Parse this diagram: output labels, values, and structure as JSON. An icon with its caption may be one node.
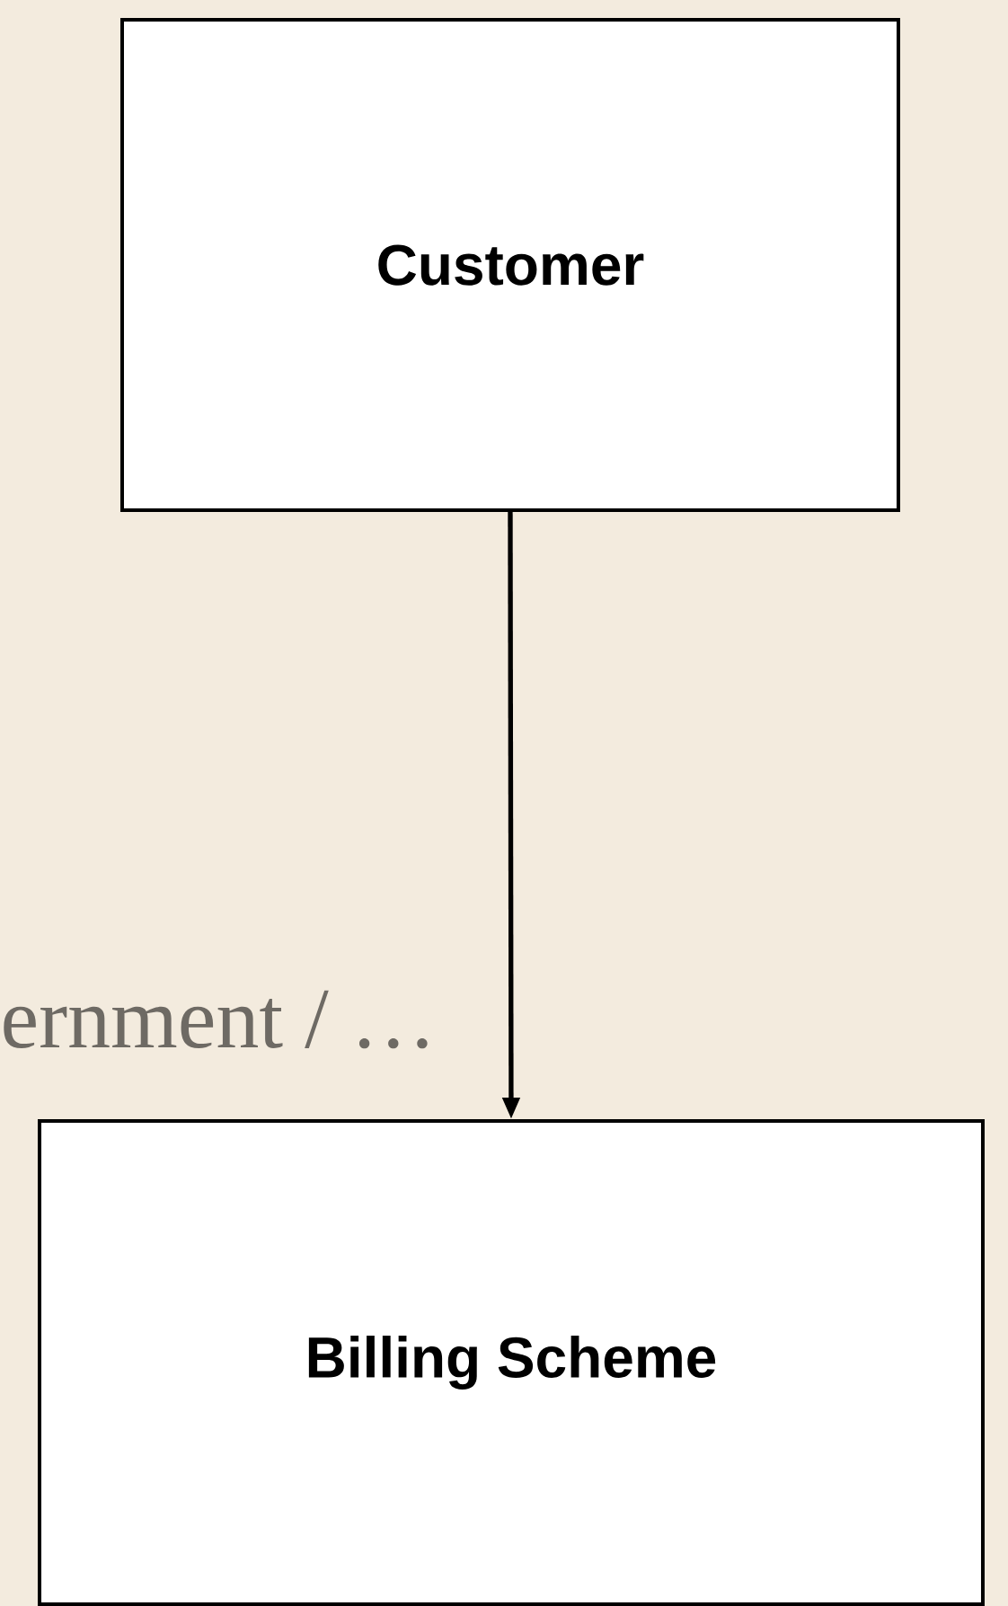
{
  "diagram": {
    "nodes": [
      {
        "text": [
          "Customer"
        ]
      },
      {
        "text": [
          "Billing Scheme"
        ]
      }
    ],
    "edges": [
      {
        "from": 0,
        "to": 1,
        "arrow": "to"
      }
    ],
    "labels": [
      "ernment / …"
    ]
  }
}
